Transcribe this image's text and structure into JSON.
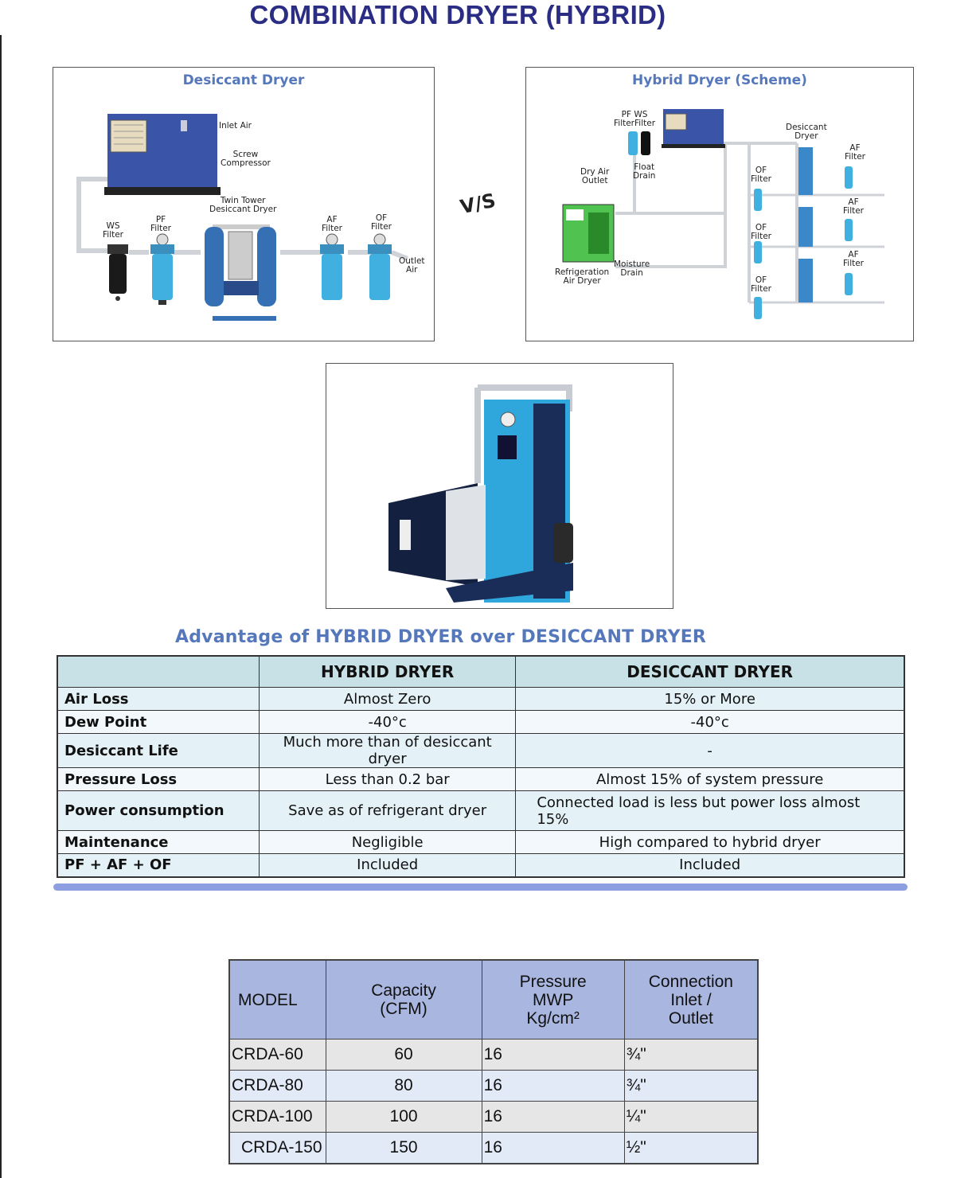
{
  "page_title": "COMBINATION DRYER (HYBRID)",
  "desiccant_panel": {
    "title": "Desiccant Dryer",
    "labels": {
      "inlet_air": "Inlet Air",
      "screw_compressor": [
        "Screw",
        "Compressor"
      ],
      "twin_tower": [
        "Twin Tower",
        "Desiccant Dryer"
      ],
      "ws_filter": [
        "WS",
        "Filter"
      ],
      "pf_filter": [
        "PF",
        "Filter"
      ],
      "af_filter": [
        "AF",
        "Filter"
      ],
      "of_filter": [
        "OF",
        "Filter"
      ],
      "outlet_air": [
        "Outlet",
        "Air"
      ]
    }
  },
  "vs_label": "V/S",
  "hybrid_panel": {
    "title": "Hybrid Dryer (Scheme)",
    "labels": {
      "pf_ws": [
        "PF  WS",
        "FilterFilter"
      ],
      "dry_air_outlet": [
        "Dry Air",
        "Outlet"
      ],
      "float_drain": [
        "Float",
        "Drain"
      ],
      "refrigeration": [
        "Refrigeration",
        "Air Dryer"
      ],
      "moisture_drain": [
        "Moisture",
        "Drain"
      ],
      "desiccant_dryer": [
        "Desiccant",
        "Dryer"
      ],
      "of_filter": [
        "OF",
        "Filter"
      ],
      "af_filter": [
        "AF",
        "Filter"
      ]
    }
  },
  "advantage": {
    "title": "Advantage of HYBRID DRYER over DESICCANT DRYER",
    "headers": [
      "",
      "HYBRID DRYER",
      "DESICCANT DRYER"
    ],
    "rows": [
      [
        "Air Loss",
        "Almost Zero",
        "15% or More"
      ],
      [
        "Dew Point",
        "-40°c",
        "-40°c"
      ],
      [
        "Desiccant Life",
        "Much more than of desiccant dryer",
        "-"
      ],
      [
        "Pressure Loss",
        "Less than 0.2 bar",
        "Almost 15% of system pressure"
      ],
      [
        "Power consumption",
        "Save as of refrigerant dryer",
        "Connected load is less but power loss almost 15%"
      ],
      [
        "Maintenance",
        "Negligible",
        "High compared to hybrid dryer"
      ],
      [
        "PF + AF + OF",
        "Included",
        "Included"
      ]
    ]
  },
  "spec_table": {
    "headers": [
      "MODEL",
      "Capacity (CFM)",
      "Pressure MWP Kg/cm²",
      "Connection Inlet / Outlet"
    ],
    "rows": [
      [
        "CRDA-60",
        "60",
        "16",
        "¾\""
      ],
      [
        "CRDA-80",
        "80",
        "16",
        "¾\""
      ],
      [
        "CRDA-100",
        "100",
        "16",
        "¼\""
      ],
      [
        "CRDA-150",
        "150",
        "16",
        "½\""
      ]
    ]
  }
}
